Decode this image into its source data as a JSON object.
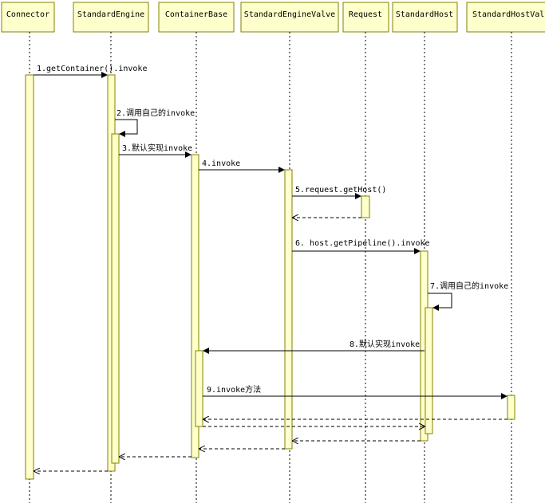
{
  "participants": [
    {
      "label": "Connector"
    },
    {
      "label": "StandardEngine"
    },
    {
      "label": "ContainerBase"
    },
    {
      "label": "StandardEngineValve"
    },
    {
      "label": "Request"
    },
    {
      "label": "StandardHost"
    },
    {
      "label": "StandardHostValve"
    }
  ],
  "messages": [
    {
      "label": "1.getContainer().invoke"
    },
    {
      "label": "2.调用自己的invoke"
    },
    {
      "label": "3.默认实现invoke"
    },
    {
      "label": "4.invoke"
    },
    {
      "label": "5.request.getHost()"
    },
    {
      "label": "6. host.getPipeline().invoke"
    },
    {
      "label": "7.调用自己的invoke"
    },
    {
      "label": "8.默认实现invoke"
    },
    {
      "label": "9.invoke方法"
    }
  ],
  "colors": {
    "box_fill": "#ffffcc",
    "box_border": "#808000",
    "line": "#000000"
  }
}
